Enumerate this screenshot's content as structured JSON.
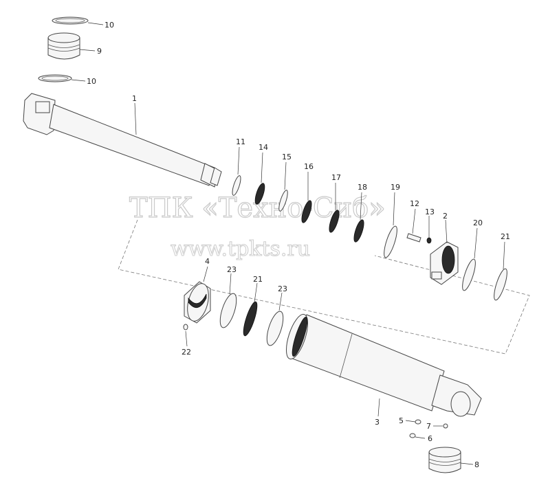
{
  "watermark": {
    "line1": "ТПК «Техно-Сиб»",
    "line2": "www.tpkts.ru"
  },
  "callouts": [
    {
      "id": "c10a",
      "text": "10"
    },
    {
      "id": "c9",
      "text": "9"
    },
    {
      "id": "c10b",
      "text": "10"
    },
    {
      "id": "c1",
      "text": "1"
    },
    {
      "id": "c11",
      "text": "11"
    },
    {
      "id": "c14",
      "text": "14"
    },
    {
      "id": "c15",
      "text": "15"
    },
    {
      "id": "c16",
      "text": "16"
    },
    {
      "id": "c17",
      "text": "17"
    },
    {
      "id": "c18",
      "text": "18"
    },
    {
      "id": "c19",
      "text": "19"
    },
    {
      "id": "c12",
      "text": "12"
    },
    {
      "id": "c13",
      "text": "13"
    },
    {
      "id": "c2",
      "text": "2"
    },
    {
      "id": "c20",
      "text": "20"
    },
    {
      "id": "c21a",
      "text": "21"
    },
    {
      "id": "c4",
      "text": "4"
    },
    {
      "id": "c23a",
      "text": "23"
    },
    {
      "id": "c21b",
      "text": "21"
    },
    {
      "id": "c23b",
      "text": "23"
    },
    {
      "id": "c22",
      "text": "22"
    },
    {
      "id": "c3",
      "text": "3"
    },
    {
      "id": "c5",
      "text": "5"
    },
    {
      "id": "c7",
      "text": "7"
    },
    {
      "id": "c6",
      "text": "6"
    },
    {
      "id": "c8",
      "text": "8"
    }
  ]
}
